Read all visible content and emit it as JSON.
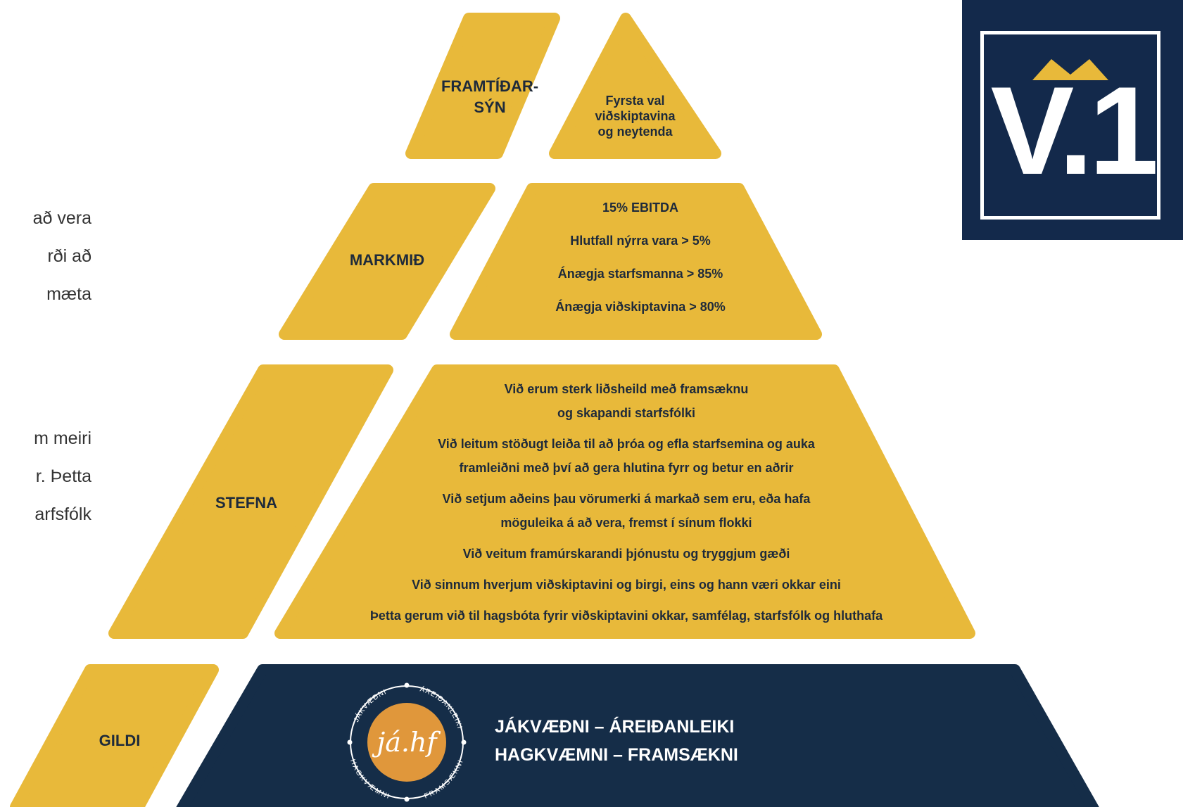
{
  "left_text": {
    "block1": [
      "að vera",
      "rði að",
      "mæta"
    ],
    "block2": [
      "m meiri",
      "r. Þetta",
      "arfsfólk"
    ]
  },
  "pyramid": {
    "vision": {
      "label_line1": "FRAMTÍÐAR-",
      "label_line2": "SÝN",
      "content": [
        "Fyrsta val",
        "viðskiptavina",
        "og neytenda"
      ]
    },
    "goals": {
      "label": "MARKMIÐ",
      "items": [
        "15% EBITDA",
        "Hlutfall nýrra vara > 5%",
        "Ánægja starfsmanna > 85%",
        "Ánægja viðskiptavina > 80%"
      ]
    },
    "policy": {
      "label": "STEFNA",
      "lines": [
        "Við erum sterk liðsheild með framsæknu",
        "og skapandi starfsfólki",
        "Við leitum stöðugt leiða til að þróa og efla starfsemina og auka",
        "framleiðni með því að gera hlutina fyrr og betur en aðrir",
        "Við setjum aðeins þau vörumerki á markað sem eru, eða hafa",
        "möguleika á að vera, fremst í sínum flokki",
        "Við veitum framúrskarandi þjónustu og tryggjum gæði",
        "Við sinnum hverjum viðskiptavini og birgi, eins og hann væri okkar eini",
        "Þetta gerum við til hagsbóta fyrir viðskiptavini okkar, samfélag, starfsfólk og hluthafa"
      ]
    },
    "values": {
      "label": "GILDI",
      "line1": "JÁKVÆÐNI – ÁREIÐANLEIKI",
      "line2": "HAGKVÆMNI – FRAMSÆKNI",
      "seal": {
        "center": "já.hf",
        "ring_top_left": "JÁKVÆÐNI",
        "ring_top_right": "ÁREIÐANLEIKI",
        "ring_bottom_left": "HAGKVÆMNI",
        "ring_bottom_right": "FRAMSÆKNI"
      }
    }
  },
  "logo": {
    "text": "V.1"
  },
  "colors": {
    "gold": "#e8b93a",
    "navy": "#152d48",
    "logo_navy": "#13294b",
    "seal_orange": "#e0973b",
    "text_dark": "#1e2a3a",
    "body_text": "#333333"
  }
}
